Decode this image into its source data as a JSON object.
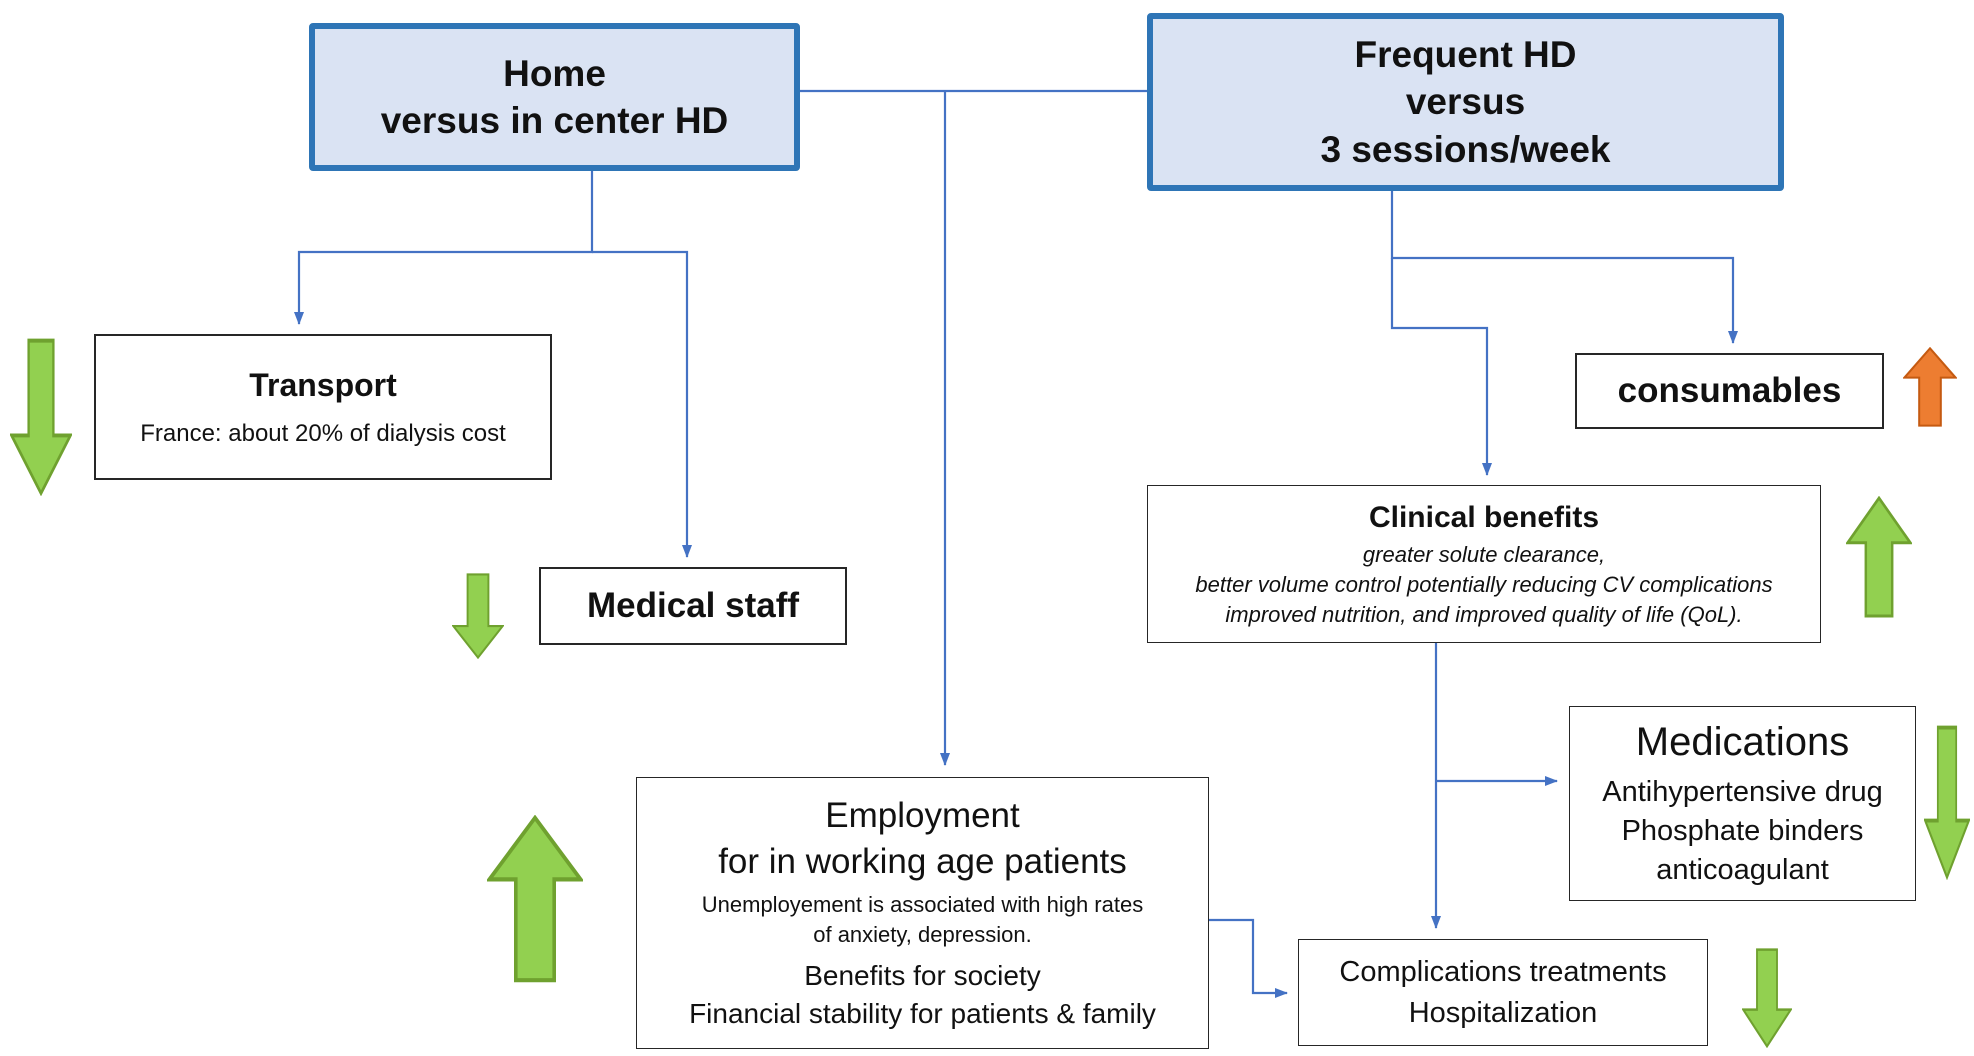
{
  "colors": {
    "box_blue_fill": "#dae3f3",
    "box_blue_border": "#2e75b6",
    "connector_blue": "#4472c4",
    "arrow_green": "#92d050",
    "arrow_green_border": "#6fa12f",
    "arrow_orange": "#ed7d31",
    "arrow_orange_border": "#c55a11"
  },
  "nodes": {
    "home": {
      "line1": "Home",
      "line2": "versus in center HD"
    },
    "frequent": {
      "line1": "Frequent HD",
      "line2": "versus",
      "line3": "3 sessions/week"
    },
    "transport": {
      "title": "Transport",
      "subtitle": "France: about 20% of dialysis cost",
      "trend": "decrease"
    },
    "medical_staff": {
      "title": "Medical staff",
      "trend": "decrease"
    },
    "consumables": {
      "title": "consumables",
      "trend": "increase"
    },
    "clinical_benefits": {
      "title": "Clinical benefits",
      "detail1": "greater solute clearance,",
      "detail2": "better volume control potentially reducing CV complications",
      "detail3": "improved nutrition, and improved quality of life (QoL).",
      "trend": "increase"
    },
    "medications": {
      "title": "Medications",
      "item1": "Antihypertensive drug",
      "item2": "Phosphate binders",
      "item3": "anticoagulant",
      "trend": "decrease"
    },
    "complications": {
      "line1": "Complications treatments",
      "line2": "Hospitalization",
      "trend": "decrease"
    },
    "employment": {
      "title1": "Employment",
      "title2": "for in working age patients",
      "note1": "Unemployement is associated with high rates",
      "note2": "of anxiety, depression.",
      "benefit1": "Benefits for society",
      "benefit2": "Financial stability for patients & family",
      "trend": "increase"
    }
  }
}
